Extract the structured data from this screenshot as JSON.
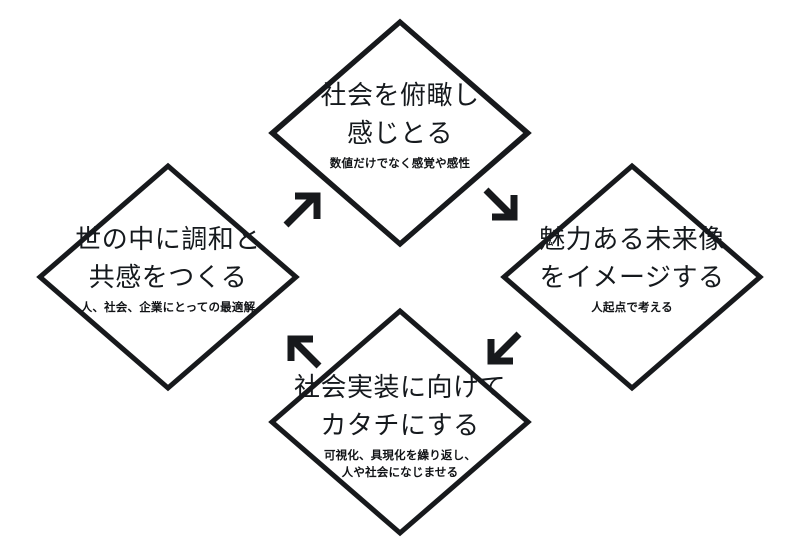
{
  "diagram": {
    "type": "cycle-diagram",
    "shape": "diamond",
    "stroke_color": "#17191c",
    "background_color": "#ffffff",
    "nodes": [
      {
        "id": "top",
        "position": "top",
        "title": "社会を俯瞰し\n感じとる",
        "subtitle": "数値だけでなく感覚や感性"
      },
      {
        "id": "right",
        "position": "right",
        "title": "魅力ある未来像\nをイメージする",
        "subtitle": "人起点で考える"
      },
      {
        "id": "bottom",
        "position": "bottom",
        "title": "社会実装に向けて\nカタチにする",
        "subtitle": "可視化、具現化を繰り返し、\n人や社会になじませる"
      },
      {
        "id": "left",
        "position": "left",
        "title": "世の中に調和と\n共感をつくる",
        "subtitle": "人、社会、企業にとっての最適解"
      }
    ],
    "arrows": [
      {
        "id": "top-to-right",
        "from": "top",
        "to": "right",
        "direction": "down-right"
      },
      {
        "id": "right-to-bottom",
        "from": "right",
        "to": "bottom",
        "direction": "down-left"
      },
      {
        "id": "bottom-to-left",
        "from": "bottom",
        "to": "left",
        "direction": "up-left"
      },
      {
        "id": "left-to-top",
        "from": "left",
        "to": "top",
        "direction": "up-right"
      }
    ]
  }
}
